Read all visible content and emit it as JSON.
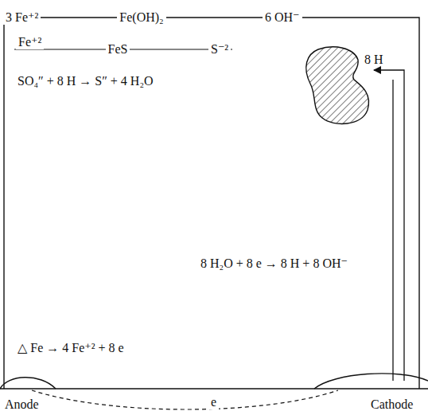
{
  "diagram": {
    "labels": [
      "3 Fe⁺²",
      "Fe(OH)₂",
      "6 OH⁻",
      "Fe⁺²",
      "FeS",
      "S⁻²",
      "SO₄″ + 8 H → S″ + 4 H₂O",
      "8 H",
      "8 H₂O + 8 e → 8 H + 8 OH⁻",
      "△ Fe → 4 Fe⁺² + 8 e",
      "Anode",
      "e",
      "Cathode"
    ]
  }
}
